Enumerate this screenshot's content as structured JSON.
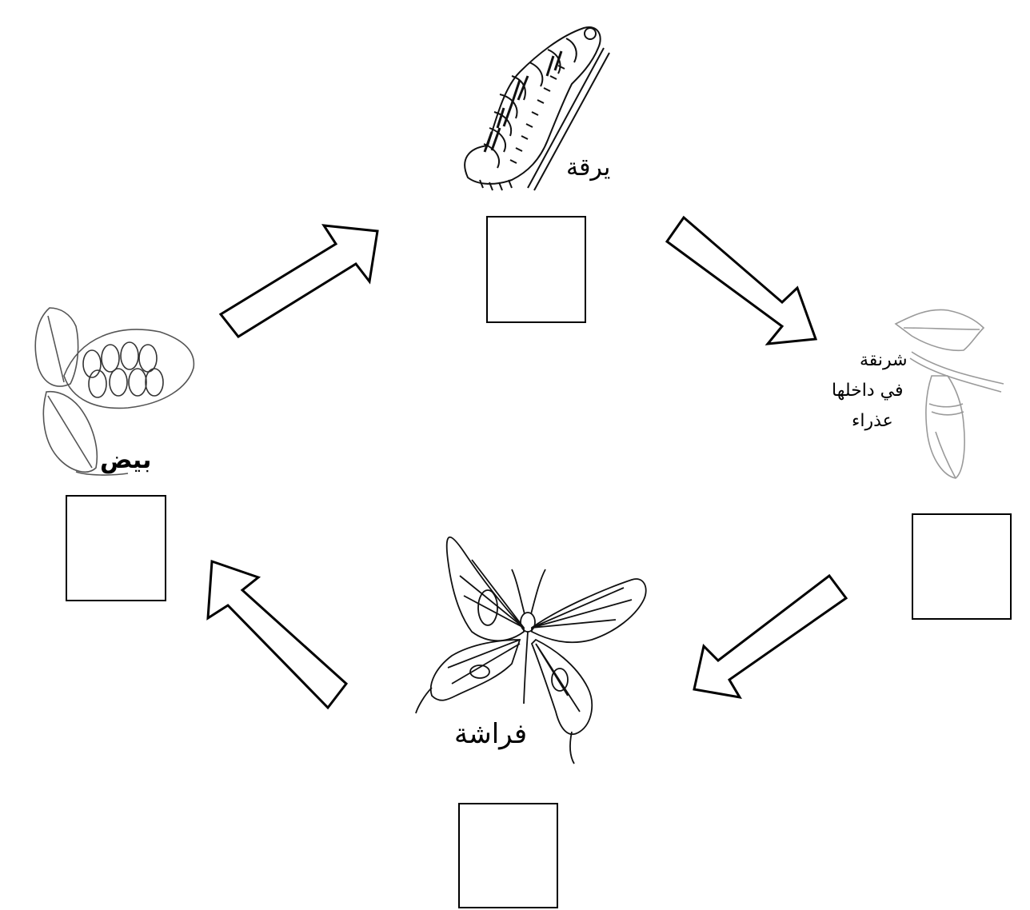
{
  "stages": {
    "larva": {
      "label": "يرقة"
    },
    "pupa": {
      "label_lines": [
        "شرنقة",
        "في داخلها",
        "عذراء"
      ]
    },
    "butterfly": {
      "label": "فراشة"
    },
    "eggs": {
      "label": "بيض"
    }
  },
  "colors": {
    "line": "#000000",
    "sketch": "#444444",
    "light_sketch": "#9a9a9a",
    "background": "#ffffff"
  },
  "icons": [
    "caterpillar-icon",
    "chrysalis-icon",
    "butterfly-icon",
    "eggs-on-leaf-icon",
    "arrow-icon"
  ]
}
